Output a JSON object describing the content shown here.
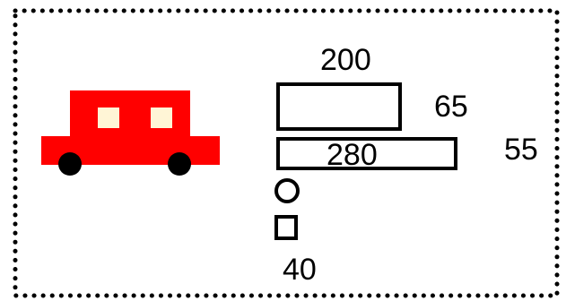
{
  "labels": {
    "top": "200",
    "right_upper": "65",
    "middle": "280",
    "right_far": "55",
    "bottom": "40"
  },
  "colors": {
    "car_body": "#ff0000",
    "window": "#fff5d6",
    "outline": "#000000",
    "border_dots": "#000000"
  }
}
